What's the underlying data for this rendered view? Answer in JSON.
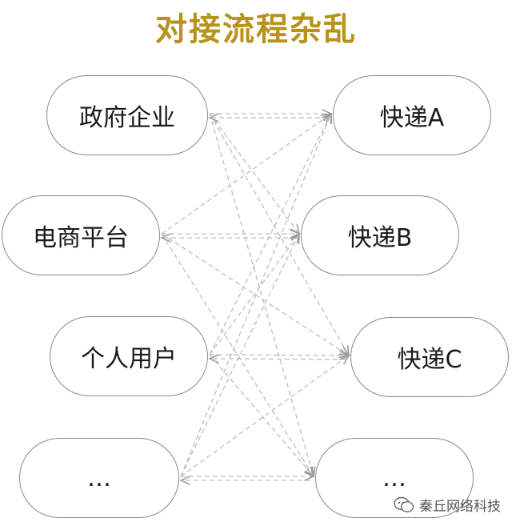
{
  "title": "对接流程杂乱",
  "colors": {
    "title": "#b8921a",
    "line": "#bdbdbd",
    "border": "#8a8a8a"
  },
  "left_nodes": [
    "政府企业",
    "电商平台",
    "个人用户",
    "…"
  ],
  "right_nodes": [
    "快递A",
    "快递B",
    "快递C",
    "…"
  ],
  "edges": [
    [
      0,
      0
    ],
    [
      0,
      1
    ],
    [
      0,
      2
    ],
    [
      0,
      3
    ],
    [
      1,
      0
    ],
    [
      1,
      1
    ],
    [
      1,
      2
    ],
    [
      1,
      3
    ],
    [
      2,
      0
    ],
    [
      2,
      1
    ],
    [
      2,
      2
    ],
    [
      2,
      3
    ],
    [
      3,
      0
    ],
    [
      3,
      1
    ],
    [
      3,
      2
    ],
    [
      3,
      3
    ]
  ],
  "watermark": {
    "text": "秦丘网络科技",
    "icon": "wechat-icon"
  }
}
